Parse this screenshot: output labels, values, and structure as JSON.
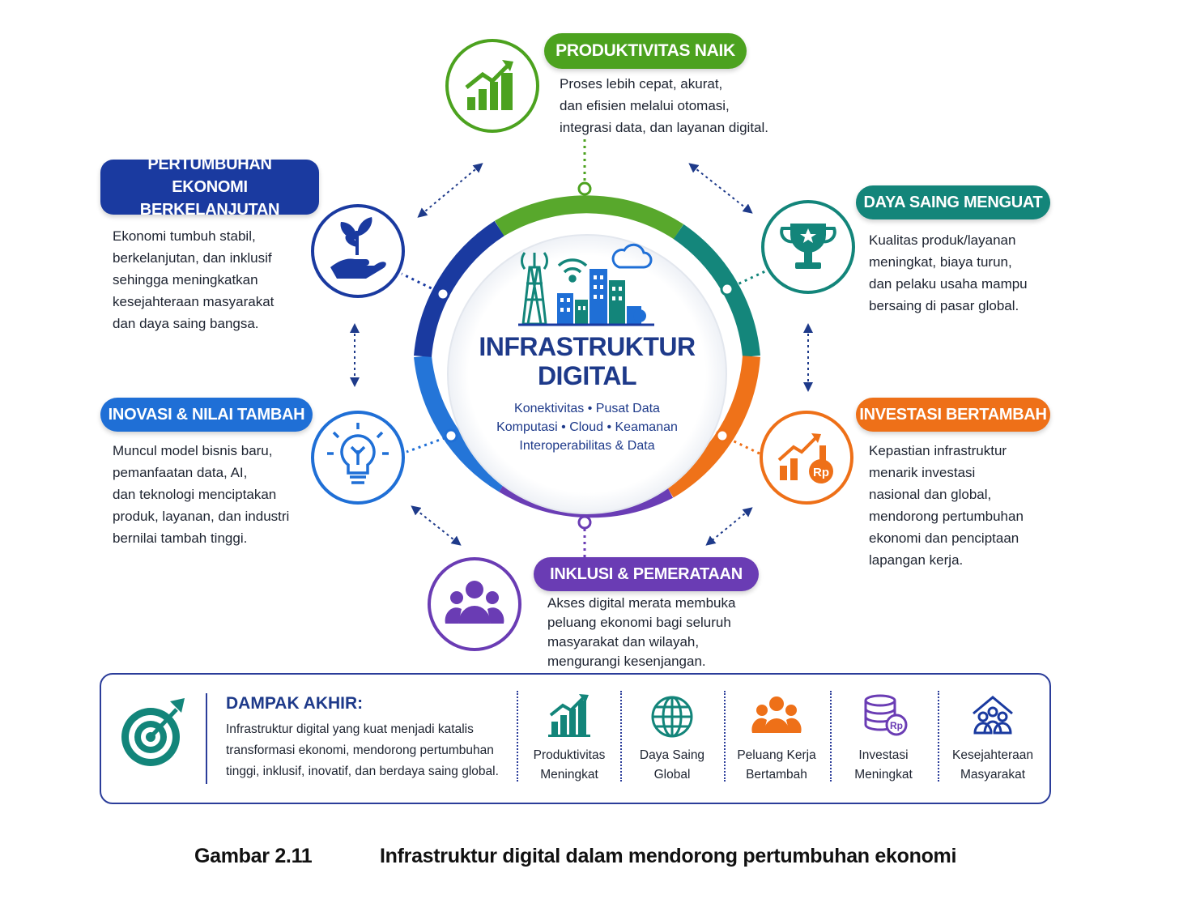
{
  "center": {
    "title_line1": "INFRASTRUKTUR",
    "title_line2": "DIGITAL",
    "sub1": "Konektivitas • Pusat Data",
    "sub2": "Komputasi • Cloud • Keamanan",
    "sub3": "Interoperabilitas & Data"
  },
  "nodes": {
    "produktivitas": {
      "title": "PRODUKTIVITAS NAIK",
      "desc": "Proses lebih cepat, akurat,\ndan efisien melalui otomasi,\nintegrasi data, dan layanan digital.",
      "color": "#4ca21f",
      "icon": "bar-chart-growth-icon"
    },
    "daya_saing": {
      "title": "DAYA SAING MENGUAT",
      "desc": "Kualitas produk/layanan\nmeningkat, biaya turun,\ndan pelaku usaha mampu\nbersaing di pasar global.",
      "color": "#13857a",
      "icon": "trophy-icon"
    },
    "investasi": {
      "title": "INVESTASI BERTAMBAH",
      "desc": "Kepastian infrastruktur\nmenarik investasi\nnasional dan global,\nmendorong pertumbuhan\nekonomi dan penciptaan\nlapangan kerja.",
      "color": "#ee7018",
      "icon": "investment-rp-icon"
    },
    "inklusi": {
      "title": "INKLUSI & PEMERATAAN",
      "desc": "Akses digital merata membuka\npeluang ekonomi bagi seluruh\nmasyarakat dan wilayah,\nmengurangi kesenjangan.",
      "color": "#6a3cb4",
      "icon": "people-group-icon"
    },
    "inovasi": {
      "title": "INOVASI & NILAI TAMBAH",
      "desc": "Muncul model bisnis baru,\npemanfaatan data, AI,\ndan teknologi menciptakan\nproduk, layanan, dan industri\nbernilai tambah tinggi.",
      "color": "#1f6fd6",
      "icon": "lightbulb-circuit-icon"
    },
    "pertumbuhan": {
      "title_line1": "PERTUMBUHAN",
      "title_line2": "EKONOMI BERKELANJUTAN",
      "desc": "Ekonomi tumbuh stabil,\nberkelanjutan, dan inklusif\nsehingga meningkatkan\nkesejahteraan masyarakat\ndan daya saing bangsa.",
      "color": "#1a3aa0",
      "icon": "plant-in-hand-icon"
    }
  },
  "dampak": {
    "title": "DAMPAK AKHIR:",
    "text": "Infrastruktur digital yang kuat menjadi katalis transformasi ekonomi, mendorong pertumbuhan tinggi, inklusif, inovatif, dan berdaya saing global.",
    "icon": "target-arrow-icon"
  },
  "metrics": [
    {
      "label": "Produktivitas\nMeningkat",
      "icon": "bar-chart-growth-icon",
      "color": "#13857a"
    },
    {
      "label": "Daya Saing\nGlobal",
      "icon": "globe-icon",
      "color": "#13857a"
    },
    {
      "label": "Peluang Kerja\nBertambah",
      "icon": "people-group-icon",
      "color": "#ee7018"
    },
    {
      "label": "Investasi\nMeningkat",
      "icon": "database-rp-icon",
      "color": "#6a3cb4"
    },
    {
      "label": "Kesejahteraan\nMasyarakat",
      "icon": "family-house-icon",
      "color": "#1a3aa0"
    }
  ],
  "caption": {
    "number": "Gambar 2.11",
    "text": "Infrastruktur digital dalam mendorong pertumbuhan ekonomi"
  }
}
